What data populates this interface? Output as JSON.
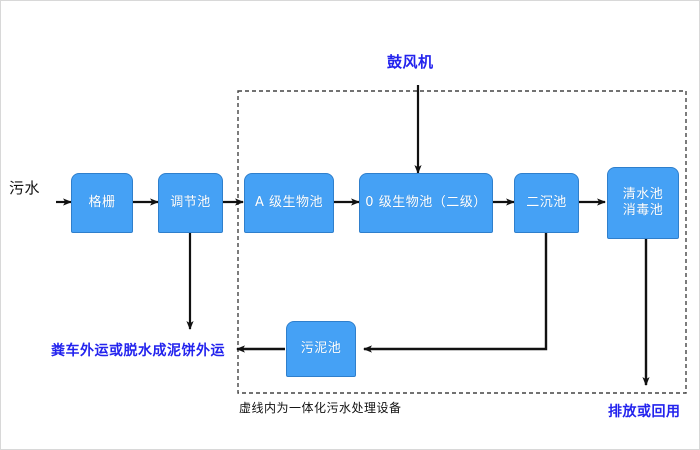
{
  "diagram": {
    "title_label": "鼓风机",
    "inlet_label": "污水",
    "caption": "虚线内为一体化污水处理设备",
    "colors": {
      "node_fill": "#45A1F5",
      "node_border": "#2F7FCC",
      "node_text": "#FFFFFF",
      "accent_text": "#2323EE",
      "arrow": "#111111",
      "dashed_frame": "#444444",
      "background": "#FFFFFF"
    },
    "nodes": [
      {
        "id": "grid",
        "label": "格栅"
      },
      {
        "id": "regulating",
        "label": "调节池"
      },
      {
        "id": "a-stage",
        "label": "A 级生物池"
      },
      {
        "id": "o-stage",
        "label": "0 级生物池（二级）"
      },
      {
        "id": "secondary",
        "label": "二沉池"
      },
      {
        "id": "clearwater",
        "label": "清水池\n消毒池"
      },
      {
        "id": "sludge",
        "label": "污泥池"
      }
    ],
    "outputs": {
      "sludge_disposal": "粪车外运或脱水成泥饼外运",
      "discharge": "排放或回用"
    }
  }
}
